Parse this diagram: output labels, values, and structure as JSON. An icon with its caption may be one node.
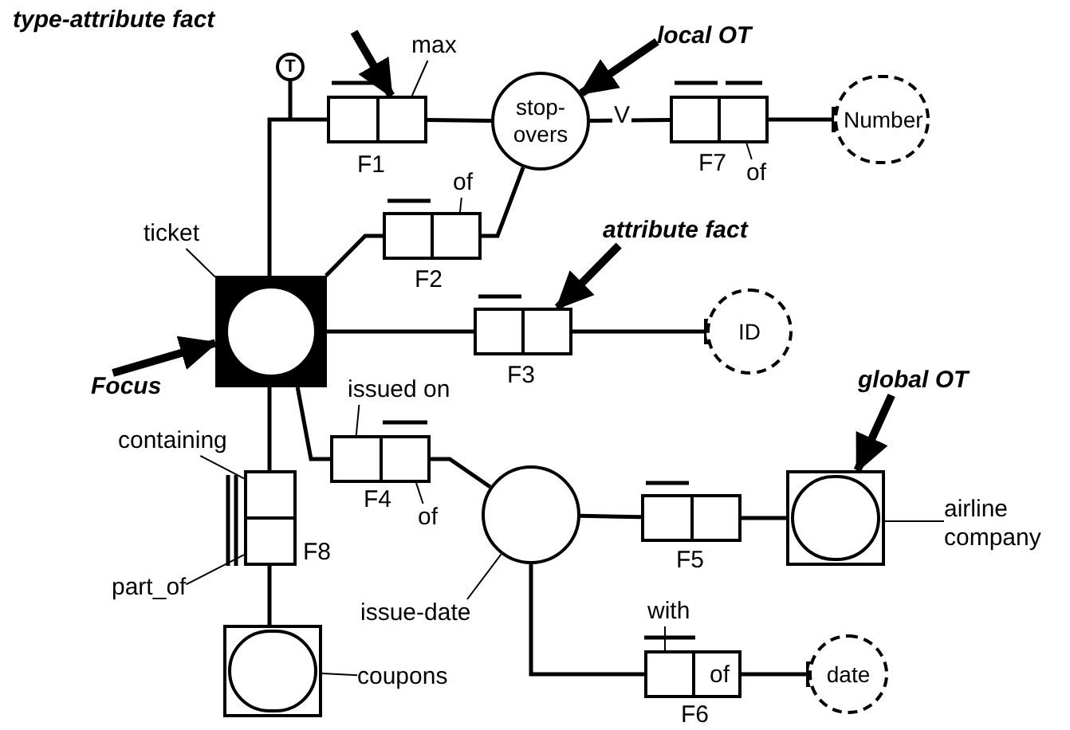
{
  "diagram": {
    "nodes": [
      {
        "text": [
          "F1"
        ]
      },
      {
        "text": [
          "max"
        ]
      },
      {
        "text": [
          "local OT"
        ]
      },
      {
        "text": [
          "stop-overs"
        ]
      },
      {
        "text": [
          "F7"
        ]
      },
      {
        "text": [
          "of"
        ]
      },
      {
        "text": [
          "Number"
        ]
      },
      {
        "text": [
          "ticket"
        ]
      },
      {
        "text": [],
        "shape": "box"
      },
      {
        "text": [
          "F2"
        ]
      },
      {
        "text": [
          "of"
        ]
      },
      {
        "text": [
          "attribute fact"
        ]
      },
      {
        "text": [
          "F3"
        ]
      },
      {
        "text": [
          "ID"
        ]
      },
      {
        "text": [
          "Focus"
        ]
      },
      {
        "text": [
          "issued on"
        ]
      },
      {
        "text": [
          "F4"
        ]
      },
      {
        "text": [
          "of"
        ]
      },
      {
        "text": [
          "containing"
        ]
      },
      {
        "text": [
          "F8"
        ]
      },
      {
        "text": [
          "part_of"
        ]
      },
      {
        "text": [],
        "shape": "circle"
      },
      {
        "text": [
          "issue-date"
        ]
      },
      {
        "text": [
          "global OT"
        ]
      },
      {
        "text": [
          "F5"
        ]
      },
      {
        "text": [],
        "shape": "box"
      },
      {
        "text": [
          "airline company"
        ]
      },
      {
        "text": [
          "with"
        ]
      },
      {
        "text": [
          "of",
          "F6"
        ]
      },
      {
        "text": [
          "date"
        ]
      },
      {
        "text": [],
        "shape": "box"
      },
      {
        "text": [
          "coupons"
        ]
      }
    ],
    "edges": [
      {
        "from": null,
        "to": 0,
        "arrow": "to",
        "style": "thick"
      },
      {
        "from": 2,
        "to": 3,
        "arrow": "to",
        "style": "thick"
      },
      {
        "from": 11,
        "to": 12,
        "arrow": "to",
        "style": "thick"
      },
      {
        "from": 14,
        "to": 8,
        "arrow": "to",
        "style": "thick"
      },
      {
        "from": 23,
        "to": 25,
        "arrow": "to",
        "style": "thick"
      },
      {
        "from": 8,
        "to": 0,
        "arrow": "none"
      },
      {
        "from": 0,
        "to": 3,
        "arrow": "none"
      },
      {
        "from": 3,
        "to": 4,
        "arrow": "none"
      },
      {
        "from": 4,
        "to": 6,
        "arrow": "other"
      },
      {
        "from": 8,
        "to": 9,
        "arrow": "none"
      },
      {
        "from": 9,
        "to": 3,
        "arrow": "none"
      },
      {
        "from": 8,
        "to": 12,
        "arrow": "none"
      },
      {
        "from": 12,
        "to": 13,
        "arrow": "other"
      },
      {
        "from": 8,
        "to": 16,
        "arrow": "none"
      },
      {
        "from": 16,
        "to": 21,
        "arrow": "none"
      },
      {
        "from": 8,
        "to": 19,
        "arrow": "none"
      },
      {
        "from": 19,
        "to": 30,
        "arrow": "none"
      },
      {
        "from": 21,
        "to": 24,
        "arrow": "none"
      },
      {
        "from": 24,
        "to": 25,
        "arrow": "none"
      },
      {
        "from": 21,
        "to": 28,
        "arrow": "none"
      },
      {
        "from": 28,
        "to": 29,
        "arrow": "other"
      },
      {
        "from": 1,
        "to": 0,
        "arrow": "none"
      },
      {
        "from": 5,
        "to": 4,
        "arrow": "none"
      },
      {
        "from": 7,
        "to": 8,
        "arrow": "none"
      },
      {
        "from": 10,
        "to": 9,
        "arrow": "none"
      },
      {
        "from": 15,
        "to": 16,
        "arrow": "none"
      },
      {
        "from": 17,
        "to": 16,
        "arrow": "none"
      },
      {
        "from": 18,
        "to": 19,
        "arrow": "none"
      },
      {
        "from": 20,
        "to": 19,
        "arrow": "none"
      },
      {
        "from": 22,
        "to": 21,
        "arrow": "none"
      },
      {
        "from": 26,
        "to": 25,
        "arrow": "none"
      },
      {
        "from": 27,
        "to": 28,
        "arrow": "none"
      },
      {
        "from": 31,
        "to": 30,
        "arrow": "none"
      }
    ],
    "labels": [
      "type-attribute fact",
      "T",
      "V"
    ]
  }
}
